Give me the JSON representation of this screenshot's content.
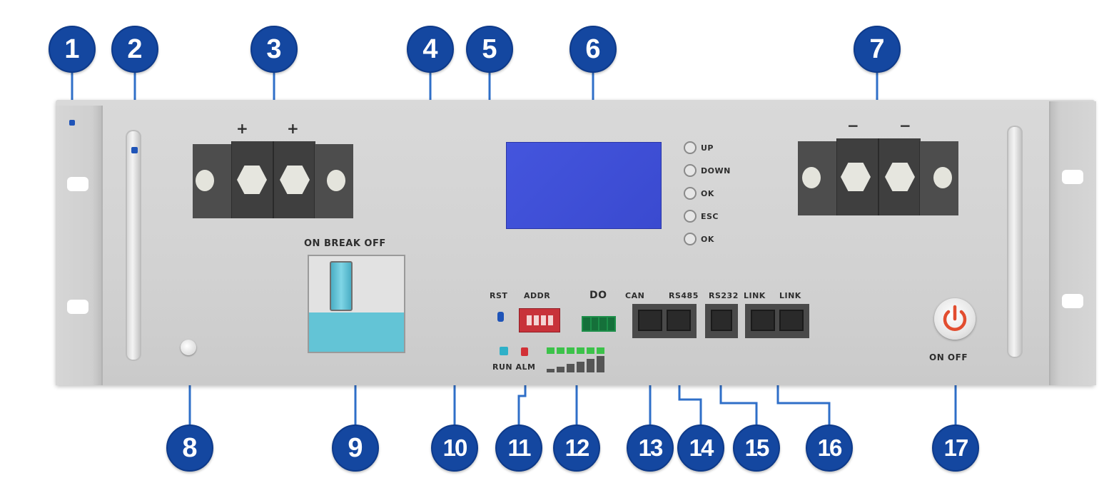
{
  "colors": {
    "callout": "#1447a0",
    "leader": "#2f6fc8",
    "panel": "#d4d4d4",
    "lcd": "#3d4fd6",
    "breaker": "#63c4d6",
    "terminal": "#4a4a4a",
    "dip_switch": "#c8323a",
    "power": "#e24d2f"
  },
  "callouts": [
    "1",
    "2",
    "3",
    "4",
    "5",
    "6",
    "7",
    "8",
    "9",
    "10",
    "11",
    "12",
    "13",
    "14",
    "15",
    "16",
    "17"
  ],
  "panel_labels": {
    "plus": "+",
    "plus2": "+",
    "minus": "−",
    "minus2": "−",
    "breaker": "ON BREAK OFF",
    "rst": "RST",
    "addr": "ADDR",
    "do": "DO",
    "can": "CAN",
    "rs485": "RS485",
    "rs232": "RS232",
    "link1": "LINK",
    "link2": "LINK",
    "run_alm": "RUN ALM",
    "btn_up": "UP",
    "btn_down": "DOWN",
    "btn_ok": "OK",
    "btn_esc": "ESC",
    "btn_ok2": "OK",
    "power": "ON OFF"
  },
  "icons": [
    "mounting-hole-icon",
    "handle-icon",
    "terminal-bolt-icon",
    "power-icon",
    "rj45-port-icon"
  ]
}
